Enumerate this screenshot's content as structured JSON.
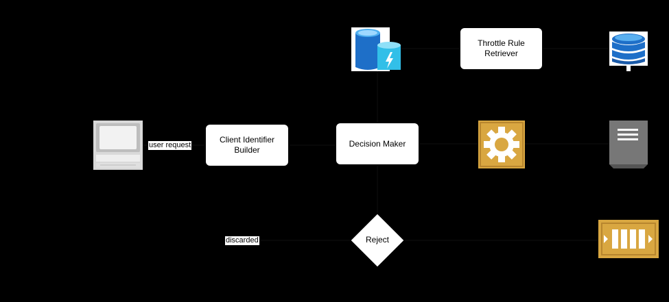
{
  "nodes": {
    "client_identifier_builder": "Client Identifier Builder",
    "decision_maker": "Decision Maker",
    "throttle_rule_retriever": "Throttle Rule Retriever",
    "reject": "Reject"
  },
  "edges": {
    "user_request": "user request",
    "discarded": "discarded"
  },
  "icons": {
    "client": "desktop-computer-icon",
    "cache": "redis-cache-icon",
    "rules_db": "database-icon",
    "worker": "gear-service-icon",
    "log_file": "document-icon",
    "queue": "message-queue-icon"
  },
  "colors": {
    "background": "#000000",
    "node_fill": "#ffffff",
    "gold": "#d9a741",
    "azure_blue": "#1e6fc8",
    "cyan": "#32bfe8",
    "gray": "#777777"
  }
}
